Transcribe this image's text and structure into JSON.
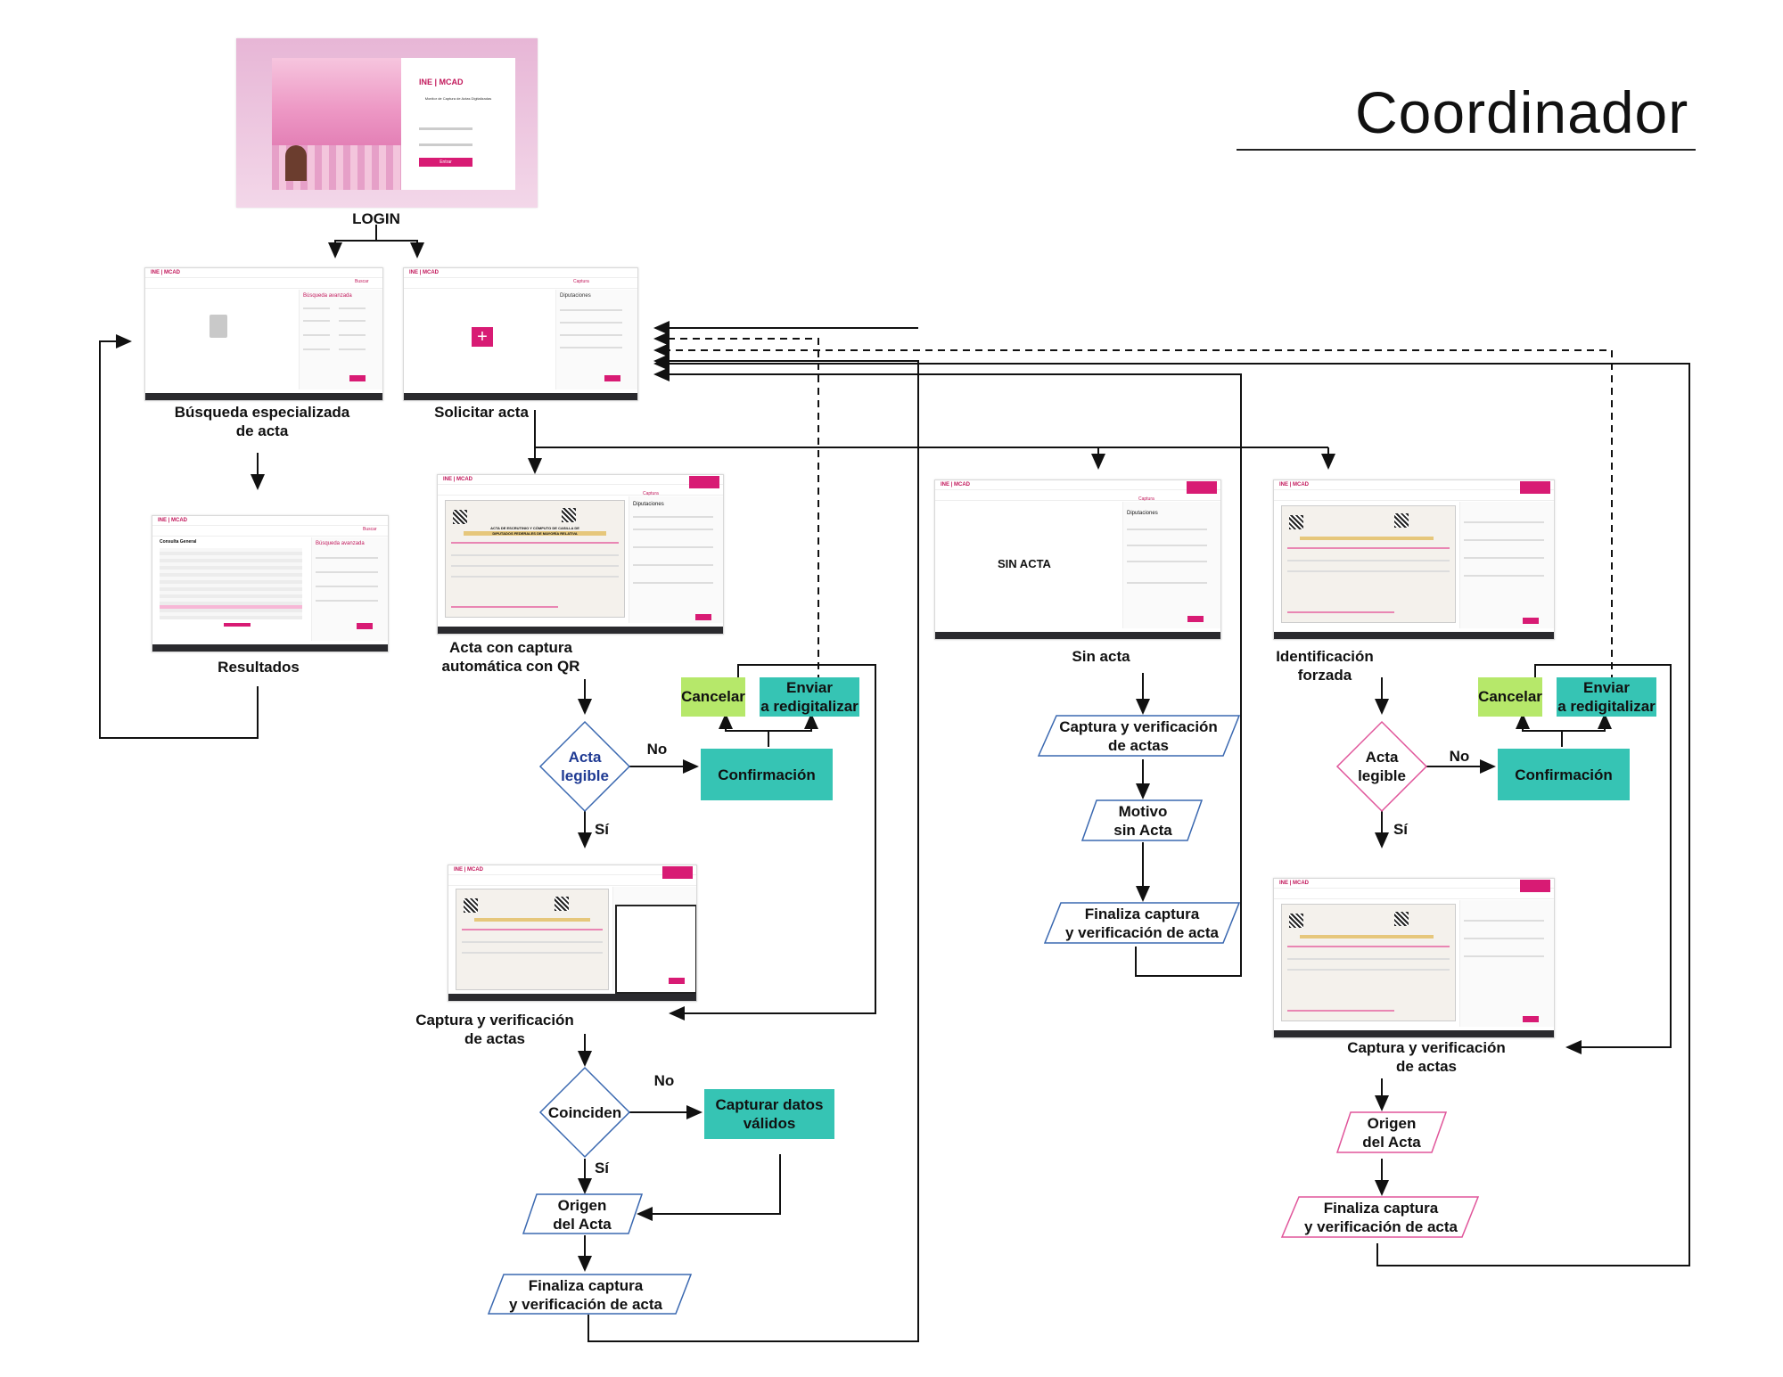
{
  "title": "Coordinador",
  "screens": {
    "login": {
      "label": "LOGIN",
      "brand": "INE | MCAD",
      "subtitle": "Monitor de Captura de Actas Digitalizadas",
      "button": "Entrar"
    },
    "busqueda": {
      "label_line1": "Búsqueda especializada",
      "label_line2": "de acta",
      "panel_title": "Búsqueda avanzada",
      "tab": "Buscar"
    },
    "solicitar": {
      "label": "Solicitar acta",
      "panel_title": "Diputaciones",
      "tab": "Captura"
    },
    "resultados": {
      "label": "Resultados",
      "panel_title": "Búsqueda avanzada",
      "table_title": "Consulta General",
      "tab": "Buscar"
    },
    "acta_qr": {
      "label_line1": "Acta con captura",
      "label_line2": "automática con QR",
      "doc_title": "ACTA DE ESCRUTINIO Y CÓMPUTO DE CASILLA DE",
      "doc_subtitle": "DIPUTADOS FEDERALES DE MAYORÍA RELATIVA",
      "panel_title": "Diputaciones",
      "tab": "Captura"
    },
    "captura1": {
      "label_line1": "Captura y verificación",
      "label_line2": "de actas"
    },
    "sin_acta": {
      "label": "Sin acta",
      "screen_text": "SIN ACTA",
      "panel_title": "Diputaciones",
      "tab": "Captura"
    },
    "identificacion": {
      "label_line1": "Identificación",
      "label_line2": "forzada"
    },
    "captura2": {
      "label_line1": "Captura y verificación",
      "label_line2": "de actas"
    }
  },
  "flow": {
    "left": {
      "decision1": {
        "line1": "Acta",
        "line2": "legible"
      },
      "no1": "No",
      "si1": "Sí",
      "confirmacion": "Confirmación",
      "cancelar": "Cancelar",
      "enviar_line1": "Enviar",
      "enviar_line2": "a redigitalizar",
      "decision2": "Coinciden",
      "no2": "No",
      "si2": "Sí",
      "capturar_line1": "Capturar datos",
      "capturar_line2": "válidos",
      "origen_line1": "Origen",
      "origen_line2": "del Acta",
      "finaliza_line1": "Finaliza captura",
      "finaliza_line2": "y verificación de acta"
    },
    "middle": {
      "captura_line1": "Captura y verificación",
      "captura_line2": "de actas",
      "motivo_line1": "Motivo",
      "motivo_line2": "sin Acta",
      "finaliza_line1": "Finaliza captura",
      "finaliza_line2": "y verificación de acta"
    },
    "right": {
      "decision1": {
        "line1": "Acta",
        "line2": "legible"
      },
      "no1": "No",
      "si1": "Sí",
      "confirmacion": "Confirmación",
      "cancelar": "Cancelar",
      "enviar_line1": "Enviar",
      "enviar_line2": "a redigitalizar",
      "origen_line1": "Origen",
      "origen_line2": "del Acta",
      "finaliza_line1": "Finaliza captura",
      "finaliza_line2": "y verificación de acta"
    }
  },
  "colors": {
    "pink": "#d81b74",
    "teal": "#36c4b4",
    "lime": "#b6e86a",
    "blue_outline": "#4a7fc1",
    "pink_outline": "#e0559a",
    "navy_text": "#1f3a93"
  }
}
